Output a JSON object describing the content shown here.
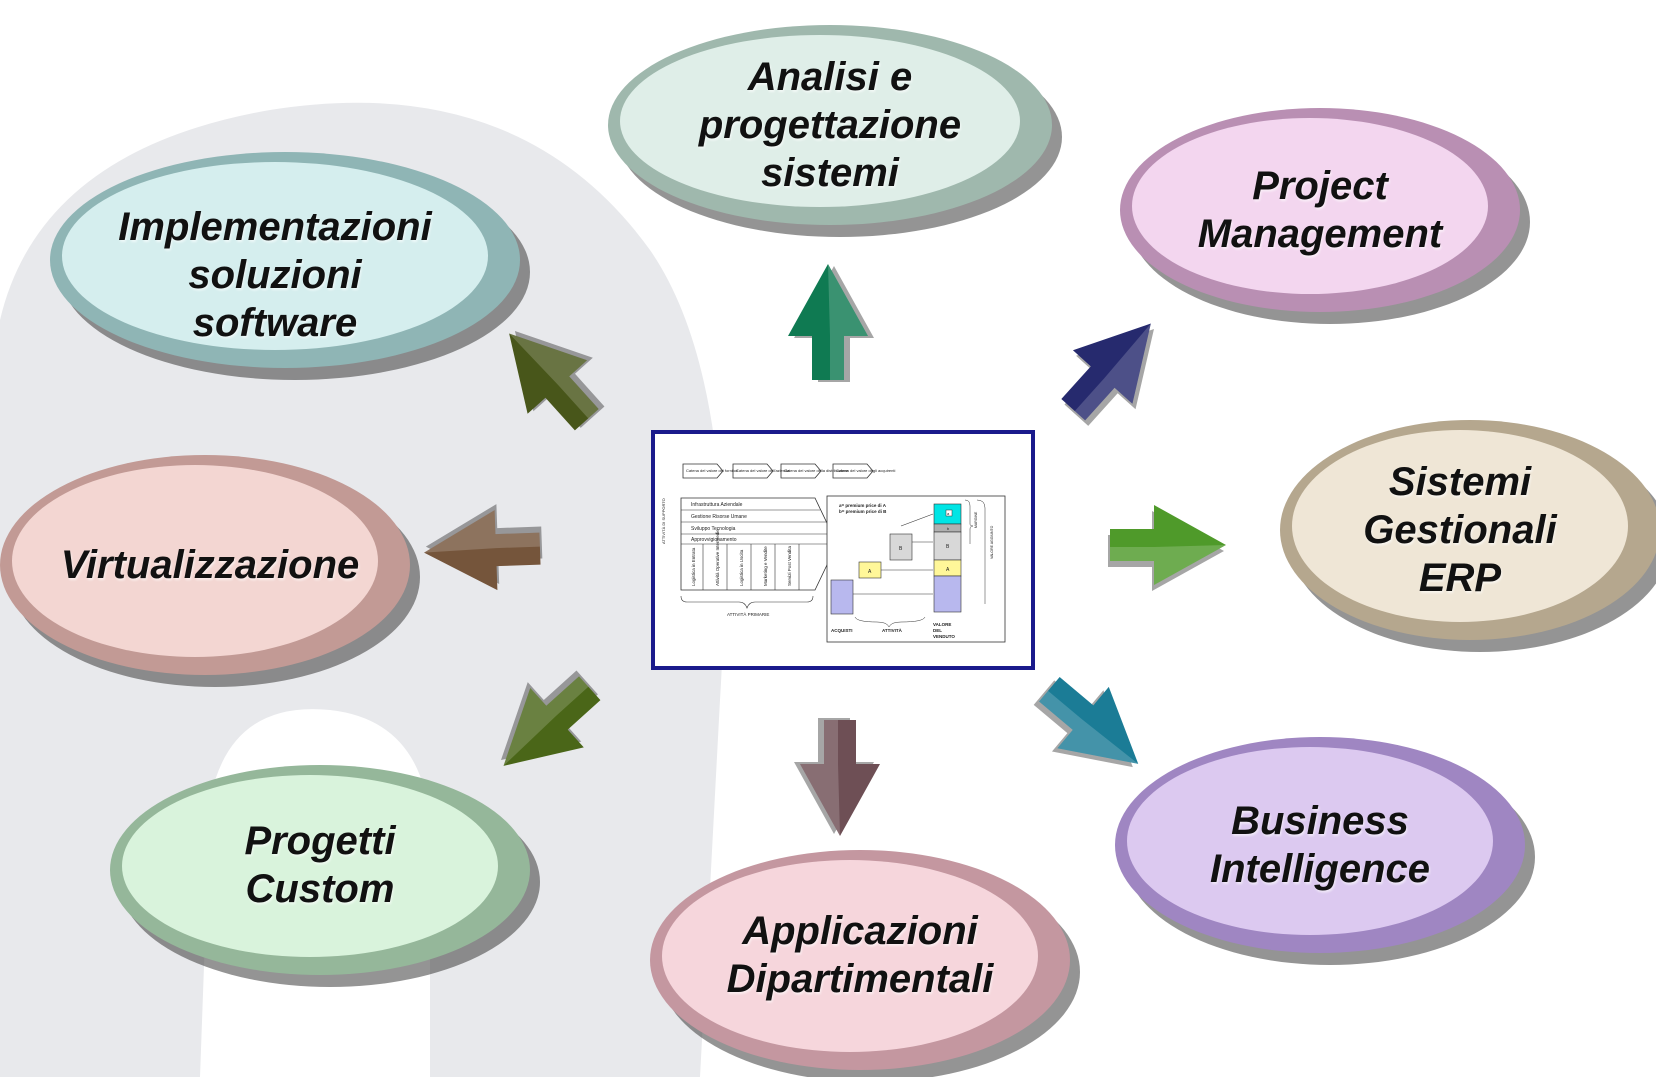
{
  "nodes": [
    {
      "id": "analisi",
      "label": "Analisi e\nprogettazione\nsistemi",
      "fill": "#dfeee8",
      "edge": "#9fb8ad"
    },
    {
      "id": "project",
      "label": "Project\nManagement",
      "fill": "#f3d6ef",
      "edge": "#b98fb3"
    },
    {
      "id": "sistemi",
      "label": "Sistemi\nGestionali\nERP",
      "fill": "#efe6d6",
      "edge": "#b5a78e"
    },
    {
      "id": "business",
      "label": "Business\nIntelligence",
      "fill": "#dcc9f0",
      "edge": "#9f86c2"
    },
    {
      "id": "applicazioni",
      "label": "Applicazioni\nDipartimentali",
      "fill": "#f6d6dc",
      "edge": "#c497a0"
    },
    {
      "id": "progetti",
      "label": "Progetti\nCustom",
      "fill": "#d9f3dc",
      "edge": "#95b79a"
    },
    {
      "id": "virtualizzazione",
      "label": "Virtualizzazione",
      "fill": "#f3d6d2",
      "edge": "#c29a95"
    },
    {
      "id": "implementazioni",
      "label": "Implementazioni\nsoluzioni\nsoftware",
      "fill": "#d5eeee",
      "edge": "#8fb5b5"
    }
  ],
  "arrows": [
    {
      "target": "analisi",
      "color": "#0f7a52"
    },
    {
      "target": "project",
      "color": "#262a6e"
    },
    {
      "target": "sistemi",
      "color": "#4f9a2a"
    },
    {
      "target": "business",
      "color": "#1b7c96"
    },
    {
      "target": "applicazioni",
      "color": "#6e4f55"
    },
    {
      "target": "progetti",
      "color": "#4a6618"
    },
    {
      "target": "virtualizzazione",
      "color": "#75553b"
    },
    {
      "target": "implementazioni",
      "color": "#48561a"
    }
  ],
  "value_chain": {
    "chains": [
      "Catena del valore dei fornitori",
      "Catena del valore dell'azienda",
      "Catena del valore della distribuzione",
      "Catena del valore degli acquirenti"
    ],
    "support_label": "ATTIVITÀ DI SUPPORTO",
    "support": [
      "Infrastruttura Aziendale",
      "Gestione Risorse Umane",
      "Sviluppo Tecnologia",
      "Approvvigionamento"
    ],
    "primary": [
      "Logistica in Entrata",
      "Attività Operative Intermedie",
      "Logistica in Uscita",
      "Marketing e Vendite",
      "Servizi Post Vendita"
    ],
    "primary_label": "ATTIVITÀ PRIMARIE",
    "premium_a": "a= premium price di A",
    "premium_b": "b= premium price di B",
    "margin_label": "MARGINE",
    "value_label": "VALORE AGGIUNTO",
    "box_a": "A",
    "box_b": "B",
    "box_a_small": "a",
    "box_b_small": "b",
    "col_acquisti": "ACQUISTI",
    "col_attivita": "ATTIVITÀ",
    "col_valore": "VALORE\nDEL\nVENDUTO",
    "colors": {
      "cyan": "#00e5e5",
      "yellow": "#fff799",
      "lav": "#b8b8ee",
      "gray": "#d0d0d0"
    }
  }
}
